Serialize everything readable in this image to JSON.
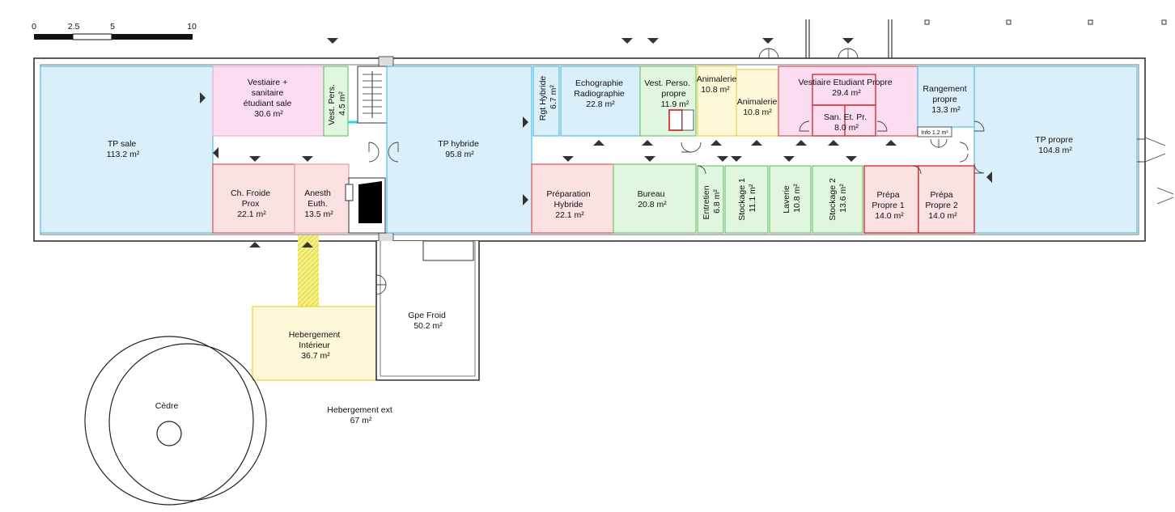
{
  "scale_bar": {
    "ticks": [
      "0",
      "2.5",
      "5",
      "10"
    ]
  },
  "colors": {
    "blue_room": "#dbeffa",
    "pink_room": "#fbdcf1",
    "red_room": "#fbe1e1",
    "green_room": "#e1f6df",
    "yellow_room": "#fff8d8",
    "cyan_stroke": "#36b4e0",
    "red_stroke": "#d23232",
    "green_stroke": "#5bb85b",
    "yellow_stroke": "#e6c72b",
    "hatch": "#f4ef80"
  },
  "rooms": {
    "tp_sale": [
      "TP sale",
      "113.2 m²"
    ],
    "vestiaire_sale": [
      "Vestiaire +",
      "sanitaire",
      "étudiant sale",
      "30.6 m²"
    ],
    "vest_pers": [
      "Vest. Pers.",
      "4.5 m²"
    ],
    "ch_froide": [
      "Ch. Froide",
      "Prox",
      "22.1 m²"
    ],
    "anesth": [
      "Anesth",
      "Euth.",
      "13.5 m²"
    ],
    "tp_hybride": [
      "TP hybride",
      "95.8 m²"
    ],
    "rgt_hybride": [
      "Rgt Hybride",
      "6.7 m²"
    ],
    "echographie": [
      "Echographie",
      "Radiographie",
      "22.8 m²"
    ],
    "vest_perso_propre": [
      "Vest. Perso.",
      "propre",
      "11.9 m²"
    ],
    "animalerie_1": [
      "Animalerie",
      "10.8 m²"
    ],
    "animalerie_2": [
      "Animalerie",
      "10.8 m²"
    ],
    "vestiaire_propre": [
      "Vestiaire Etudiant Propre",
      "29.4 m²"
    ],
    "san_et_pr": [
      "San. Et. Pr.",
      "8.0 m²"
    ],
    "rangement": [
      "Rangement",
      "propre",
      "13.3 m²"
    ],
    "info": [
      "Info 1.2 m²"
    ],
    "tp_propre": [
      "TP propre",
      "104.8 m²"
    ],
    "preparation": [
      "Préparation",
      "Hybride",
      "22.1 m²"
    ],
    "bureau": [
      "Bureau",
      "20.8 m²"
    ],
    "entretien": [
      "Entretien",
      "6.8 m²"
    ],
    "stockage_1": [
      "Stockage 1",
      "11.1 m²"
    ],
    "laverie": [
      "Laverie",
      "10.8 m²"
    ],
    "stockage_2": [
      "Stockage 2",
      "13.6 m²"
    ],
    "prepa_1": [
      "Prépa",
      "Propre 1",
      "14.0 m²"
    ],
    "prepa_2": [
      "Prépa",
      "Propre 2",
      "14.0 m²"
    ],
    "gpe_froid": [
      "Gpe Froid",
      "50.2 m²"
    ],
    "hebergement_int": [
      "Hebergement",
      "Intérieur",
      "36.7 m²"
    ],
    "hebergement_ext": [
      "Hebergement ext",
      "67 m²"
    ],
    "cedre": [
      "Cèdre"
    ]
  }
}
